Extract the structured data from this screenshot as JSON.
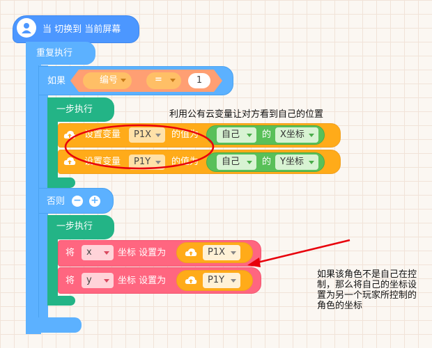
{
  "hat": {
    "label": "当 切换到 当前屏幕"
  },
  "loop": {
    "label": "重复执行"
  },
  "if_block": {
    "label": "如果",
    "variable": "编号",
    "operator": "=",
    "value": "1",
    "else_label": "否则",
    "minus": "−",
    "plus": "+"
  },
  "then_step": {
    "label": "一步执行"
  },
  "else_step": {
    "label": "一步执行"
  },
  "cloud_rows": [
    {
      "prefix": "设置变量",
      "var": "P1X",
      "middle": "的值为",
      "sprite": "自己",
      "of": "的",
      "prop": "X坐标"
    },
    {
      "prefix": "设置变量",
      "var": "P1Y",
      "middle": "的值为",
      "sprite": "自己",
      "of": "的",
      "prop": "Y坐标"
    }
  ],
  "coord_rows": [
    {
      "will": "将",
      "axis": "x",
      "label": "坐标 设置为",
      "cloud_var": "P1X"
    },
    {
      "will": "将",
      "axis": "y",
      "label": "坐标 设置为",
      "cloud_var": "P1Y"
    }
  ],
  "annotations": {
    "top": "利用公有云变量让对方看到自己的位置",
    "bottom": [
      "如果该角色不是自己在控",
      "制，那么将自己的坐标设",
      "置为另一个玩家所控制的",
      "角色的坐标"
    ]
  },
  "colors": {
    "event": "#4c97ff",
    "control": "#5cb1ff",
    "step": "#23b486",
    "cloud": "#ffab19",
    "sensing": "#59c059",
    "motion": "#ff6680",
    "operator": "#ff9f73",
    "annotation": "#e8000b"
  },
  "icons": [
    "person-icon",
    "cloud-upload-icon",
    "chevron-down-icon"
  ]
}
